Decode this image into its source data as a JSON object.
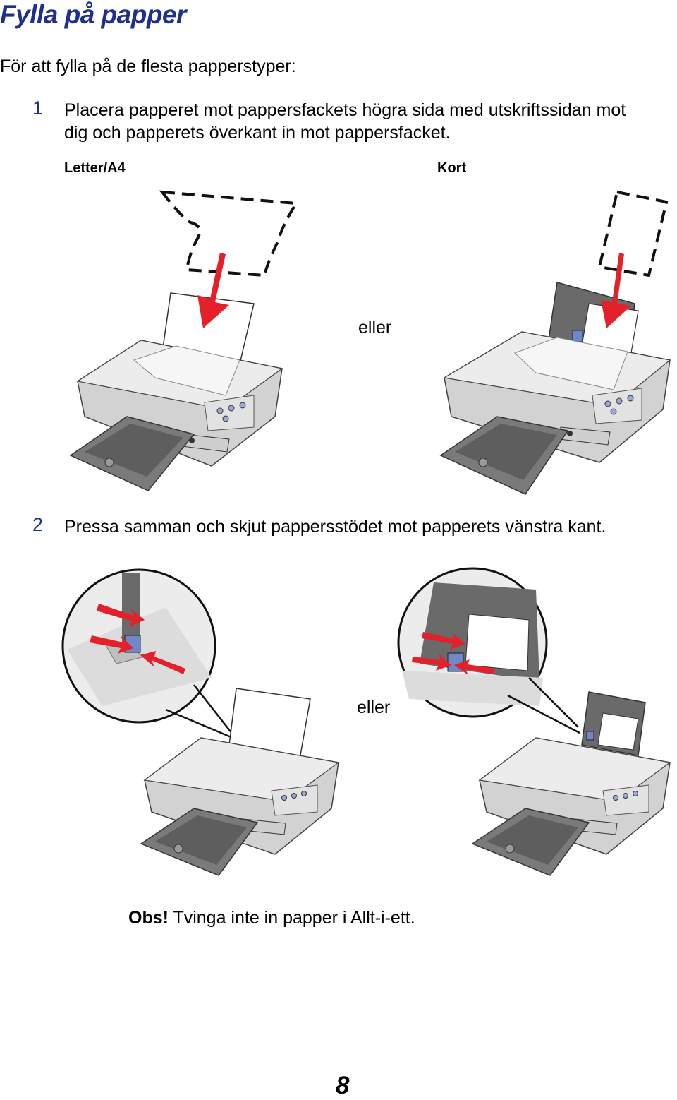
{
  "page": {
    "title": "Fylla på papper",
    "intro": "För att fylla på de flesta papperstyper:",
    "page_number": "8"
  },
  "step1": {
    "number": "1",
    "text_line1": "Placera papperet mot pappersfackets högra sida med utskriftssidan mot",
    "text_line2": "dig och papperets överkant in mot pappersfacket.",
    "caption_left": "Letter/A4",
    "caption_right": "Kort",
    "or_label": "eller"
  },
  "step2": {
    "number": "2",
    "text": "Pressa samman och skjut pappersstödet mot papperets vänstra kant.",
    "or_label": "eller"
  },
  "note": {
    "label": "Obs!",
    "text": " Tvinga inte in papper i Allt-i-ett."
  },
  "colors": {
    "title_blue": "#1f2f8f",
    "arrow_red": "#e4202a",
    "printer_light": "#e6e6e6",
    "printer_mid": "#b4b4b4",
    "printer_dark": "#6e6e6e",
    "guide_blue": "#6f86c8"
  }
}
